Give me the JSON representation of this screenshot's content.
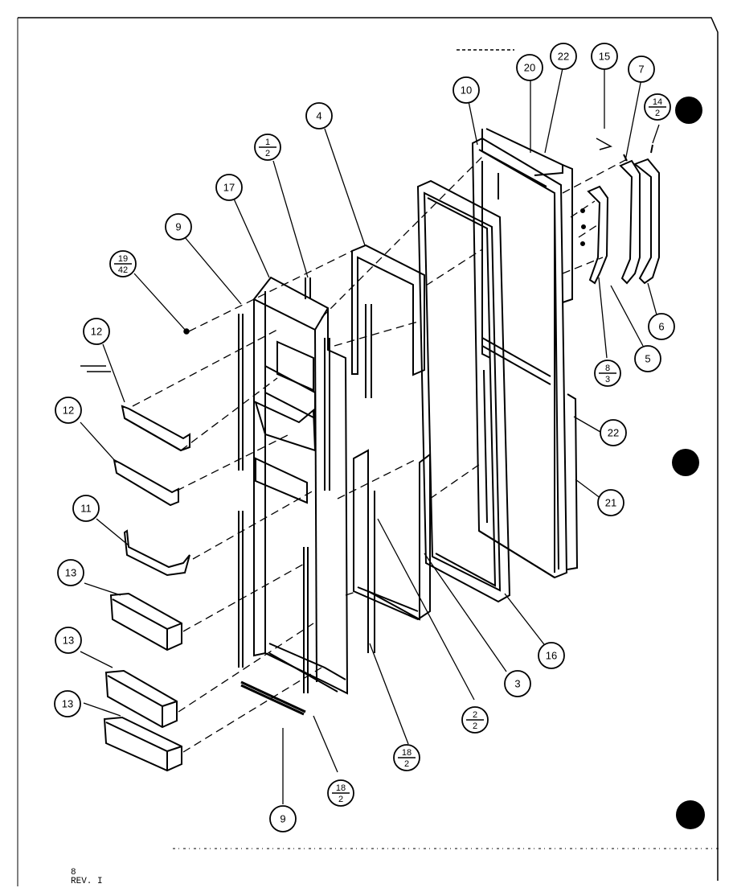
{
  "diagram": {
    "callouts": [
      {
        "id": "c-19-42",
        "top": "19",
        "bottom": "42"
      },
      {
        "id": "c-9-top",
        "text": "9"
      },
      {
        "id": "c-17",
        "text": "17"
      },
      {
        "id": "c-1-2",
        "top": "1",
        "bottom": "2"
      },
      {
        "id": "c-4",
        "text": "4"
      },
      {
        "id": "c-10",
        "text": "10"
      },
      {
        "id": "c-20",
        "text": "20"
      },
      {
        "id": "c-22-top",
        "text": "22"
      },
      {
        "id": "c-15",
        "text": "15"
      },
      {
        "id": "c-7",
        "text": "7"
      },
      {
        "id": "c-14-2",
        "top": "14",
        "bottom": "2"
      },
      {
        "id": "c-12-a",
        "text": "12"
      },
      {
        "id": "c-12-b",
        "text": "12"
      },
      {
        "id": "c-11",
        "text": "11"
      },
      {
        "id": "c-13-a",
        "text": "13"
      },
      {
        "id": "c-13-b",
        "text": "13"
      },
      {
        "id": "c-13-c",
        "text": "13"
      },
      {
        "id": "c-9-bottom",
        "text": "9"
      },
      {
        "id": "c-18-2-a",
        "top": "18",
        "bottom": "2"
      },
      {
        "id": "c-18-2-b",
        "top": "18",
        "bottom": "2"
      },
      {
        "id": "c-2-2",
        "top": "2",
        "bottom": "2"
      },
      {
        "id": "c-3",
        "text": "3"
      },
      {
        "id": "c-16",
        "text": "16"
      },
      {
        "id": "c-21",
        "text": "21"
      },
      {
        "id": "c-22-right",
        "text": "22"
      },
      {
        "id": "c-8-3",
        "top": "8",
        "bottom": "3"
      },
      {
        "id": "c-5",
        "text": "5"
      },
      {
        "id": "c-6",
        "text": "6"
      }
    ],
    "footer": {
      "line1": "8",
      "line2": "REV. I"
    }
  }
}
